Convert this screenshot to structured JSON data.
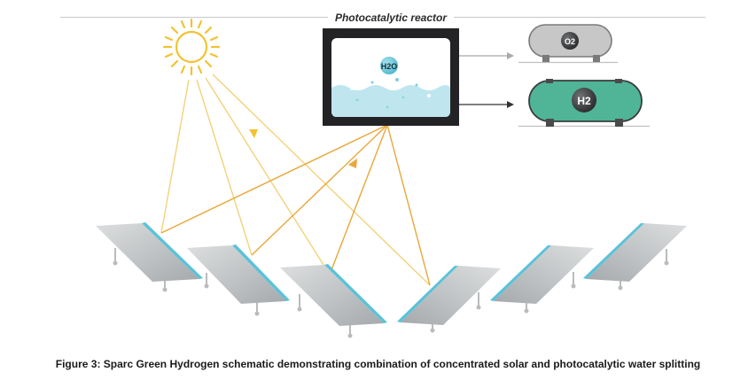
{
  "diagram": {
    "title": "Photocatalytic reactor",
    "reactor_label": "H2O",
    "tank_o2_label": "O2",
    "tank_h2_label": "H2",
    "caption": "Figure 3: Sparc Green Hydrogen schematic demonstrating combination of concentrated solar and photocatalytic water splitting"
  },
  "colors": {
    "sun": "#f2c230",
    "ray": "#e9a73a",
    "frame": "#232325",
    "water": "#bfe6ef",
    "h2_tank": "#4fb596",
    "o2_tank": "#c7c7c7",
    "panel": "#c9cbcc",
    "panel_edge": "#5bc2d8"
  }
}
